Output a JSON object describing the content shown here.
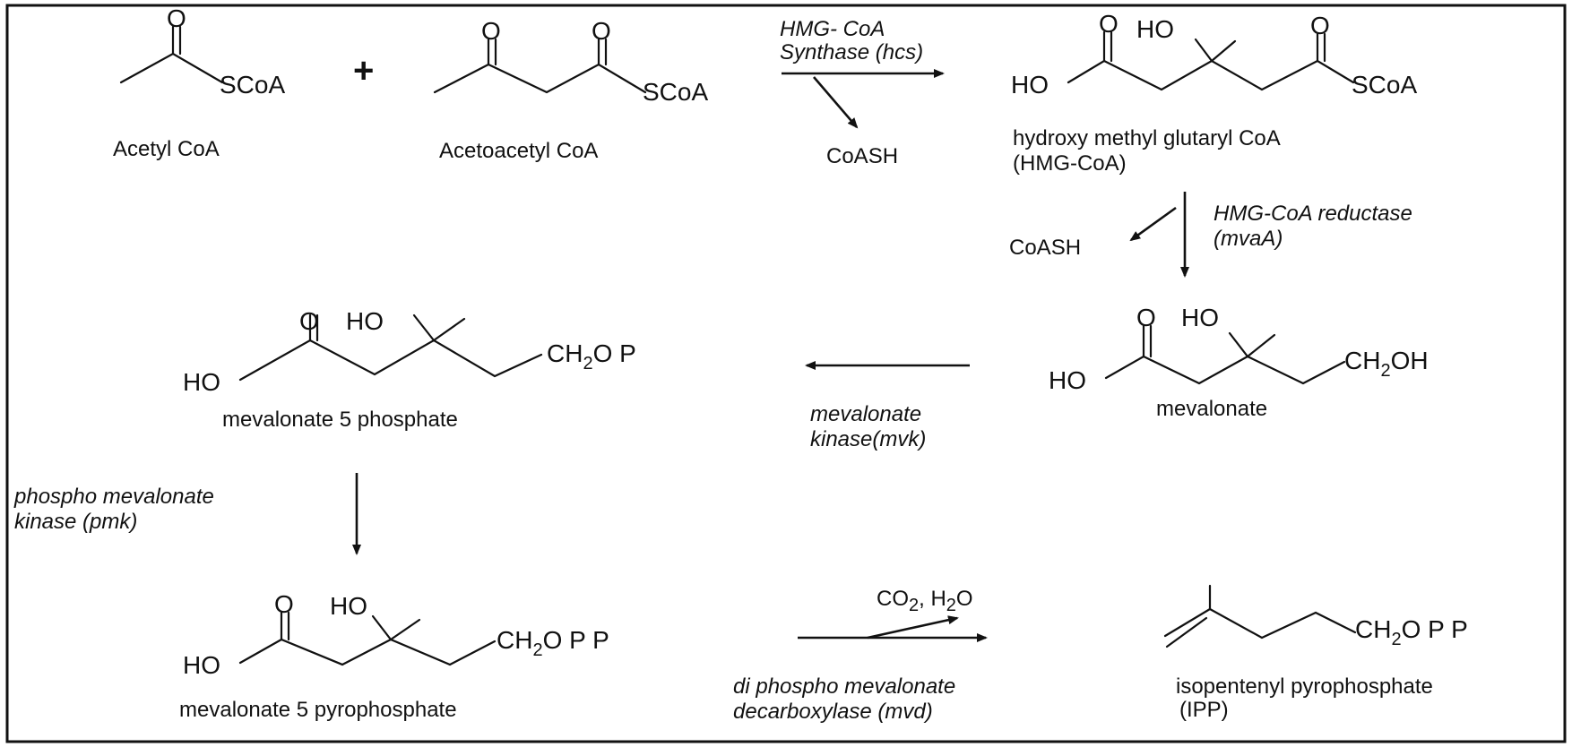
{
  "compounds": {
    "acetyl_coa": {
      "name": "Acetyl CoA",
      "o": "O",
      "scoa": "SCoA"
    },
    "plus": "+",
    "acetoacetyl_coa": {
      "name": "Acetoacetyl CoA",
      "o1": "O",
      "o2": "O",
      "scoa": "SCoA"
    },
    "hmg_coa": {
      "name1": "hydroxy methyl glutaryl CoA",
      "name2": "(HMG-CoA)",
      "o1": "O",
      "ho_top": "HO",
      "o2": "O",
      "ho_left": "HO",
      "scoa": "SCoA"
    },
    "mevalonate": {
      "name": "mevalonate",
      "o": "O",
      "ho_top": "HO",
      "ho_left": "HO",
      "ch2": "CH",
      "sub2": "2",
      "oh": "OH"
    },
    "mevalonate_5p": {
      "name": "mevalonate 5 phosphate",
      "o": "O",
      "ho_top": "HO",
      "ho_left": "HO",
      "ch2": "CH",
      "sub2": "2",
      "tail": "O P"
    },
    "mevalonate_5pp": {
      "name": "mevalonate 5 pyrophosphate",
      "o": "O",
      "ho_top": "HO",
      "ho_left": "HO",
      "ch2": "CH",
      "sub2": "2",
      "tail": "O P P"
    },
    "ipp": {
      "name1": "isopentenyl pyrophosphate",
      "name2": "(IPP)",
      "ch2": "CH",
      "sub2": "2",
      "tail": "O P P"
    }
  },
  "enzymes": {
    "hcs": {
      "line1": "HMG- CoA",
      "line2": "Synthase (hcs)",
      "byproduct": "CoASH"
    },
    "mvaA": {
      "line1": "HMG-CoA reductase",
      "line2": "(mvaA)",
      "byproduct": "CoASH"
    },
    "mvk": {
      "line1": "mevalonate",
      "line2": "kinase(mvk)"
    },
    "pmk": {
      "line1": "phospho mevalonate",
      "line2": "kinase (pmk)"
    },
    "mvd": {
      "line1": "di phospho mevalonate",
      "line2": "decarboxylase (mvd)",
      "co2": "CO",
      "co2_sub": "2",
      "co2_rest": ", H",
      "h2o_sub": "2",
      "h2o_rest": "O"
    }
  }
}
